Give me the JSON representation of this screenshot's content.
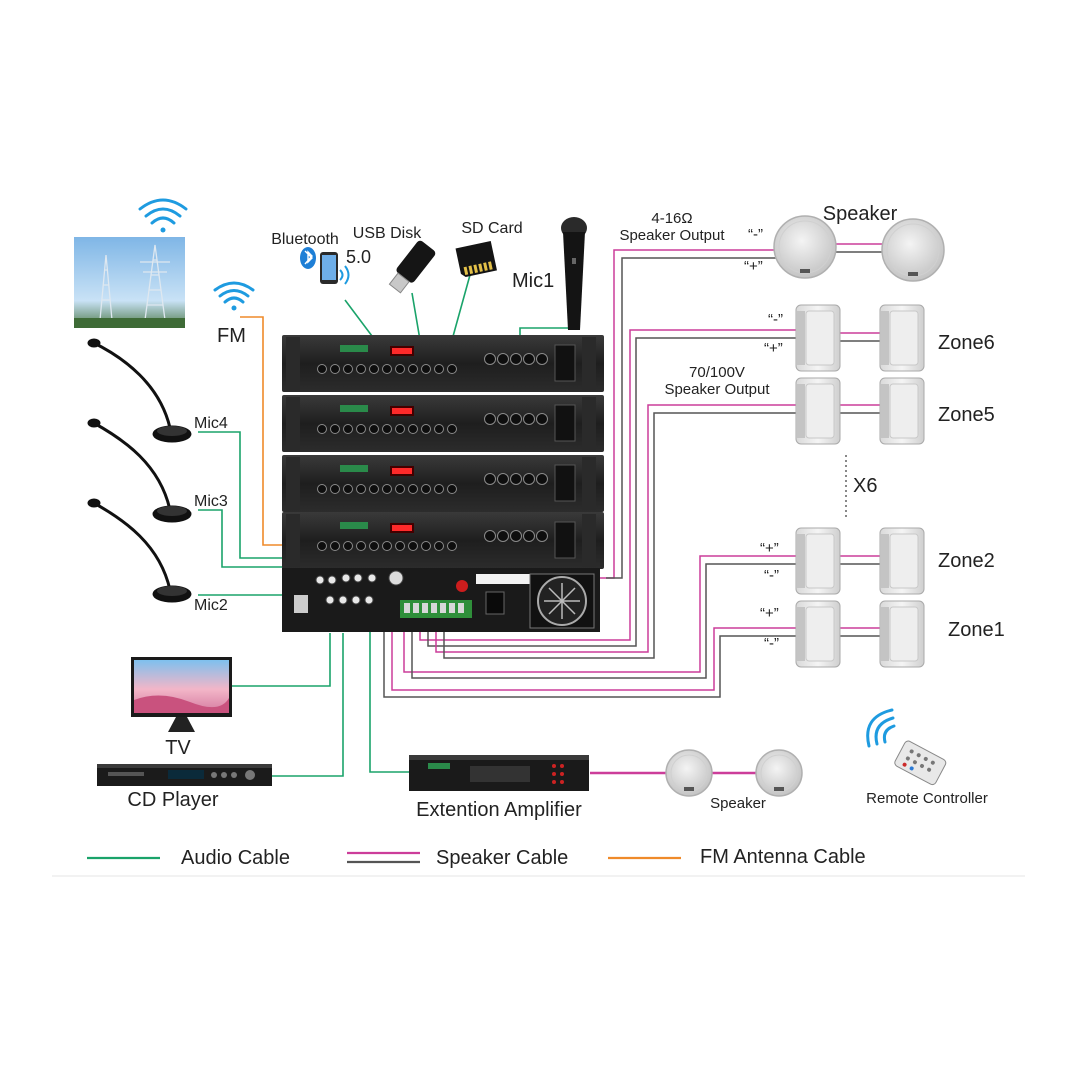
{
  "labels": {
    "bluetooth": "Bluetooth",
    "bt_version": "5.0",
    "usb_disk": "USB Disk",
    "sd_card": "SD Card",
    "mic1": "Mic1",
    "fm": "FM",
    "mic4": "Mic4",
    "mic3": "Mic3",
    "mic2": "Mic2",
    "tv": "TV",
    "cd_player": "CD Player",
    "extension_amplifier": "Extention Amplifier",
    "speaker_small": "Speaker",
    "remote_controller": "Remote Controller",
    "speaker_top": "Speaker",
    "output_4_16_line1": "4-16Ω",
    "output_4_16_line2": "Speaker Output",
    "output_70_100_line1": "70/100V",
    "output_70_100_line2": "Speaker Output",
    "zone6": "Zone6",
    "zone5": "Zone5",
    "zone2": "Zone2",
    "zone1": "Zone1",
    "x6": "X6",
    "minus": "“-”",
    "plus": "“+”"
  },
  "legend": {
    "audio_cable": "Audio Cable",
    "speaker_cable": "Speaker Cable",
    "fm_antenna_cable": "FM Antenna Cable"
  },
  "colors": {
    "audio_cable": "#1aa36a",
    "speaker_cable_pink": "#cc3d9a",
    "speaker_cable_gray": "#555555",
    "fm_antenna_cable": "#ef8a2a",
    "wifi_blue": "#1e9be0",
    "device_black": "#1c1c1c"
  },
  "icons": [
    "wifi-icon",
    "bluetooth-icon",
    "usb-drive-icon",
    "sd-card-icon",
    "microphone-icon",
    "gooseneck-mic-icon",
    "tv-icon",
    "cd-player-icon",
    "amplifier-rack-icon",
    "ceiling-speaker-icon",
    "wall-speaker-icon",
    "remote-control-icon",
    "radio-tower-icon"
  ]
}
